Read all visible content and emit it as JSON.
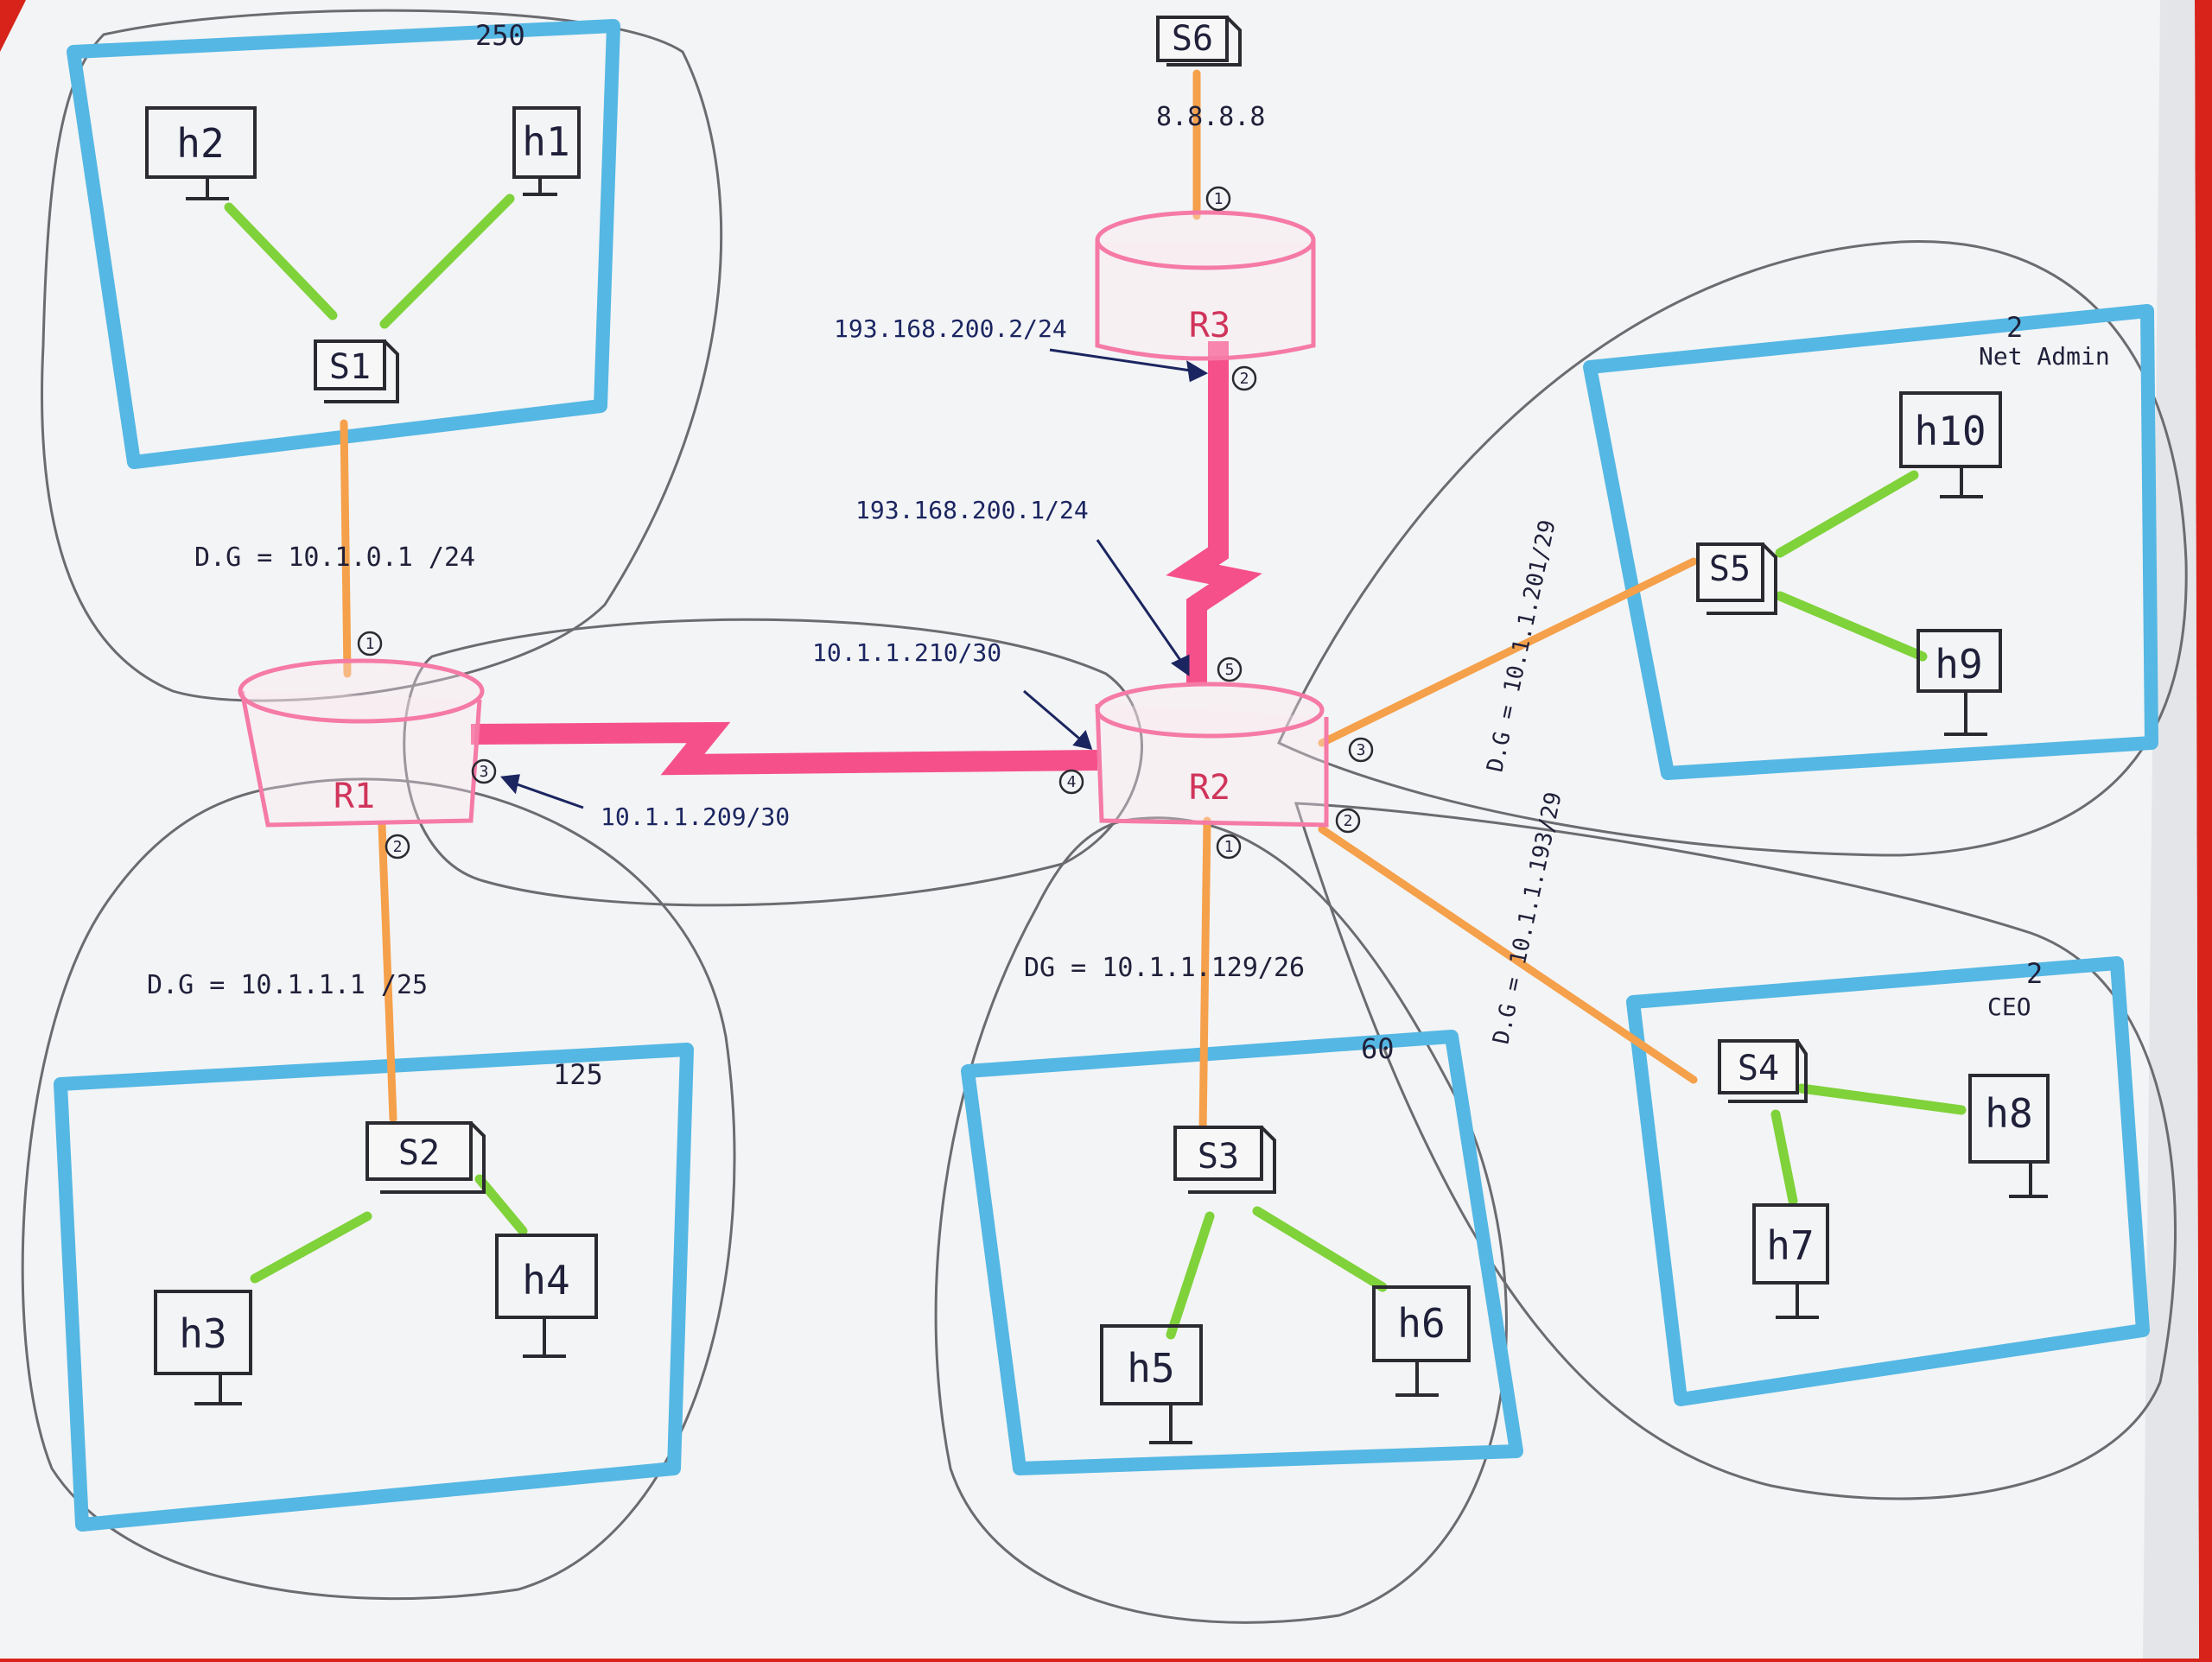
{
  "diagram": {
    "subnets": {
      "top_left": "250",
      "bottom_left": "125",
      "bottom_middle": "60",
      "right_top": "2",
      "right_top_name": "Net Admin",
      "right_bottom": "2",
      "right_bottom_name": "CEO"
    },
    "routers": {
      "r1": "R1",
      "r2": "R2",
      "r3": "R3"
    },
    "switches": {
      "s1": "S1",
      "s2": "S2",
      "s3": "S3",
      "s4": "S4",
      "s5": "S5",
      "s6": "S6"
    },
    "hosts": {
      "h1": "h1",
      "h2": "h2",
      "h3": "h3",
      "h4": "h4",
      "h5": "h5",
      "h6": "h6",
      "h7": "h7",
      "h8": "h8",
      "h9": "h9",
      "h10": "h10"
    },
    "addresses": {
      "s6_ip": "8.8.8.8",
      "r3_port2": "193.168.200.2/24",
      "r2_port5": "193.168.200.1/24",
      "r2_port4": "10.1.1.210/30",
      "r1_port3": "10.1.1.209/30",
      "dg_s1": "D.G = 10.1.0.1 /24",
      "dg_s2": "D.G = 10.1.1.1 /25",
      "dg_s3": "DG = 10.1.1.129/26",
      "dg_s5": "D.G = 10.1.1.201/29",
      "dg_s4": "D.G = 10.1.1.193/29"
    },
    "ports": {
      "r3_p1": "1",
      "r3_p2": "2",
      "r1_p1": "1",
      "r1_p2": "2",
      "r1_p3": "3",
      "r2_p1": "1",
      "r2_p2": "2",
      "r2_p3": "3",
      "r2_p4": "4",
      "r2_p5": "5"
    }
  }
}
